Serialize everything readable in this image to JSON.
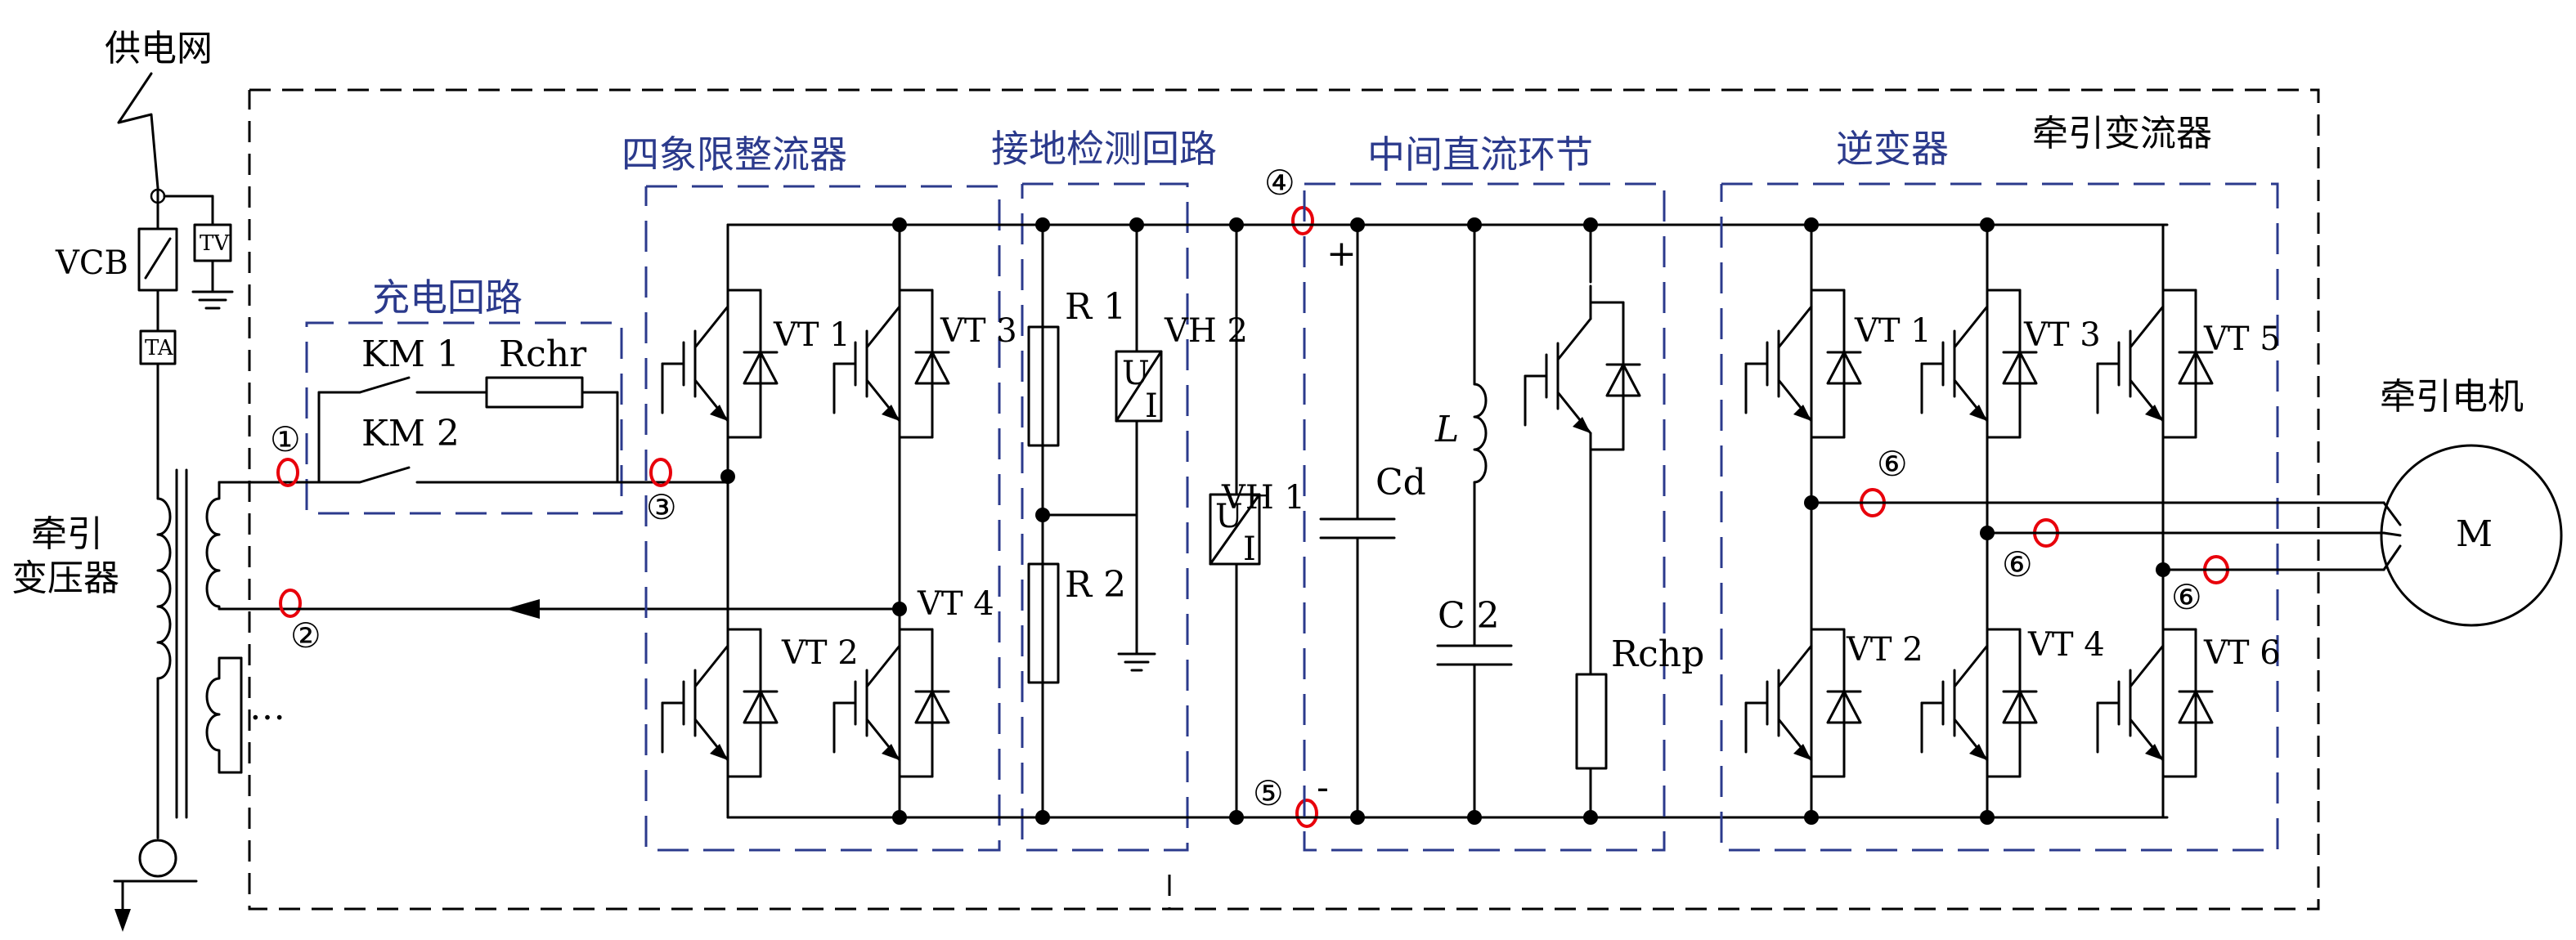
{
  "labels": {
    "grid": "供电网",
    "vcb": "VCB",
    "tv": "TV",
    "ta": "TA",
    "transformer_1": "牵引",
    "transformer_2": "变压器",
    "ellipsis": "…",
    "converter": "牵引变流器",
    "rectifier": "四象限整流器",
    "ground_detect": "接地检测回路",
    "dc_link": "中间直流环节",
    "inverter": "逆变器",
    "charging": "充电回路",
    "km1": "KM 1",
    "km2": "KM 2",
    "rchr": "Rchr",
    "r1": "R 1",
    "r2": "R 2",
    "vh2": "VH 2",
    "vh1": "VH 1",
    "cd": "Cd",
    "l": "L",
    "c2": "C 2",
    "rchp": "Rchp",
    "motor_title": "牵引电机",
    "motor": "M",
    "sensor_u": "U",
    "sensor_i": "I",
    "plus": "+",
    "minus": "-",
    "p1": "①",
    "p2": "②",
    "p3": "③",
    "p4": "④",
    "p5": "⑤",
    "p6": "⑥",
    "red_o": "O",
    "rect_vt1": "VT 1",
    "rect_vt2": "VT 2",
    "rect_vt3": "VT 3",
    "rect_vt4": "VT 4",
    "inv_vt1": "VT 1",
    "inv_vt2": "VT 2",
    "inv_vt3": "VT 3",
    "inv_vt4": "VT 4",
    "inv_vt5": "VT 5",
    "inv_vt6": "VT 6"
  },
  "colors": {
    "wire": "#000000",
    "section_dash": "#2b3a8c",
    "test_point": "#e8000b"
  }
}
